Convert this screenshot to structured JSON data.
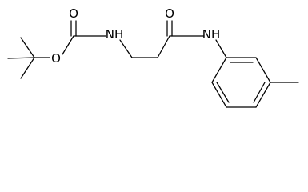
{
  "diagram": {
    "type": "skeletal-structure",
    "atom_labels": {
      "carbamate_carbonyl_oxygen": "O",
      "carbamate_ether_oxygen": "O",
      "carbamate_nitrogen": "NH",
      "amide_carbonyl_oxygen": "O",
      "amide_nitrogen": "NH"
    },
    "colors": {
      "bond": "#000000",
      "background": "#ffffff"
    }
  }
}
